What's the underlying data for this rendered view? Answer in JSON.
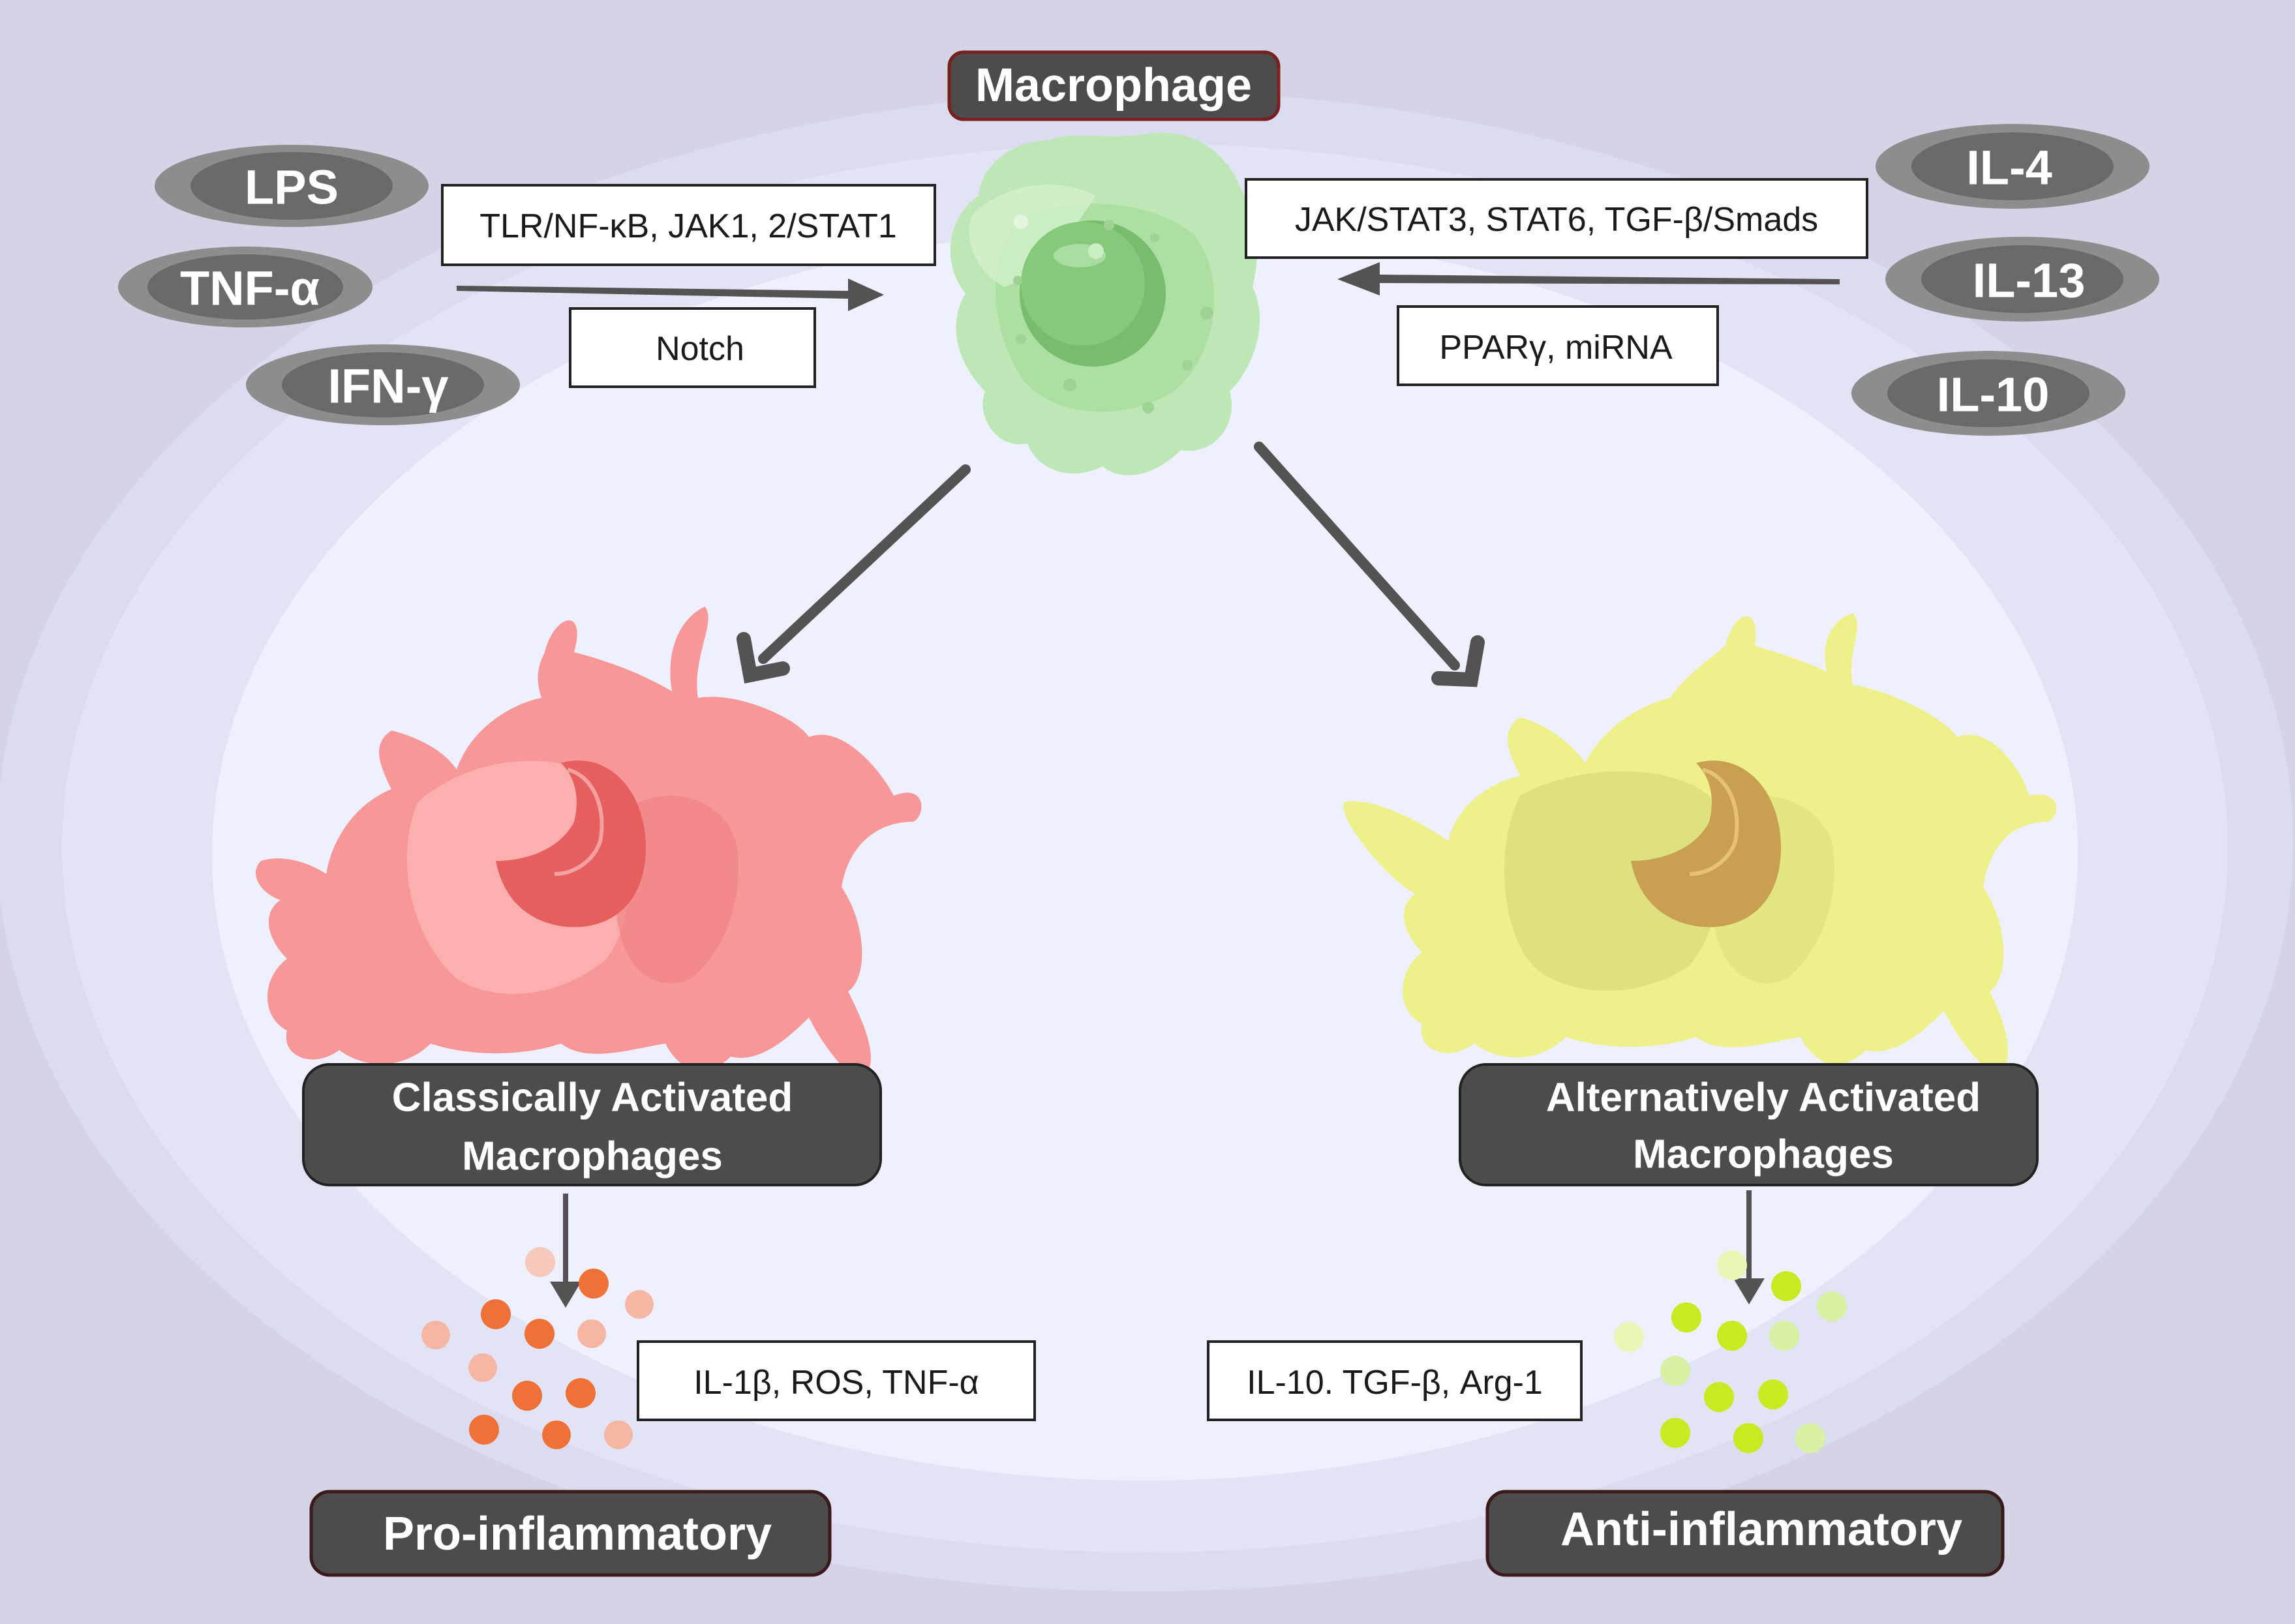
{
  "title": "Macrophage",
  "m1_stimuli": [
    "LPS",
    "TNF-α",
    "IFN-γ"
  ],
  "m2_stimuli": [
    "IL-4",
    "IL-13",
    "IL-10"
  ],
  "m1_pathways": {
    "primary": "TLR/NF-κB, JAK1, 2/STAT1",
    "secondary": "Notch"
  },
  "m2_pathways": {
    "primary": "JAK/STAT3, STAT6, TGF-β/Smads",
    "secondary": "PPARγ, miRNA"
  },
  "m1": {
    "label_line1": "Classically Activated",
    "label_line2": "Macrophages",
    "secretions": "IL-1β, ROS, TNF-α",
    "effect": "Pro-inflammatory"
  },
  "m2": {
    "label_line1": "Alternatively Activated",
    "label_line2": "Macrophages",
    "secretions": "IL-10. TGF-β, Arg-1",
    "effect": "Anti-inflammatory"
  },
  "colors": {
    "background": "#d4d4e6",
    "inner_ellipse": "#f0f2fe",
    "pill": "#7f7f7f",
    "dark_label": "#4d4b4b",
    "arrow": "#545252",
    "macrophage_cell": "#bde8b5",
    "m1_cell": "#f79797",
    "m2_cell": "#eef08a",
    "m1_particles": "#ef7b45",
    "m2_particles": "#c6eb2f"
  }
}
